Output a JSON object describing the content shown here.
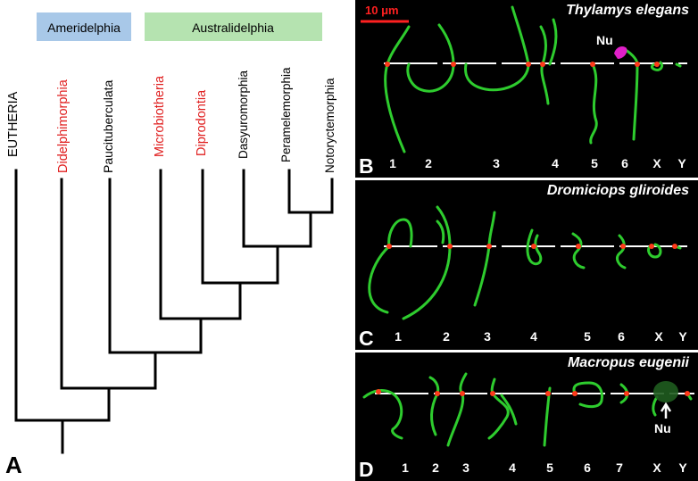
{
  "colors": {
    "ameridelphia_box": "#a8c8e8",
    "australidelphia_box": "#b5e3b0",
    "highlight_taxon": "#e02020",
    "normal_taxon": "#000000",
    "chromosome": "#2ecc2e",
    "centromere": "#ff3a1a",
    "nucleus": "#e020c8",
    "panel_background": "#000000"
  },
  "tree": {
    "panel_letter": "A",
    "groups": [
      {
        "id": "ameridelphia",
        "label": "Ameridelphia"
      },
      {
        "id": "australidelphia",
        "label": "Australidelphia"
      }
    ],
    "taxa": [
      {
        "id": "eutheria",
        "label": "EUTHERIA",
        "highlight": false
      },
      {
        "id": "didelphimorphia",
        "label": "Didelphimorphia",
        "highlight": true
      },
      {
        "id": "paucituberculata",
        "label": "Paucituberculata",
        "highlight": false
      },
      {
        "id": "microbiotheria",
        "label": "Microbiotheria",
        "highlight": true
      },
      {
        "id": "diprodontia",
        "label": "Diprodontia",
        "highlight": true
      },
      {
        "id": "dasyuromorphia",
        "label": "Dasyuromorphia",
        "highlight": false
      },
      {
        "id": "peramelemorphia",
        "label": "Peramelemorphia",
        "highlight": false
      },
      {
        "id": "notoryctemorphia",
        "label": "Notoryctemorphia",
        "highlight": false
      }
    ]
  },
  "panels": [
    {
      "letter": "B",
      "species": "Thylamys elegans",
      "scale_bar": "10 μm",
      "nucleus_label": "Nu",
      "chromosome_labels": [
        "1",
        "2",
        "3",
        "4",
        "5",
        "6",
        "X",
        "Y"
      ]
    },
    {
      "letter": "C",
      "species": "Dromiciops gliroides",
      "chromosome_labels": [
        "1",
        "2",
        "3",
        "4",
        "5",
        "6",
        "X",
        "Y"
      ]
    },
    {
      "letter": "D",
      "species": "Macropus eugenii",
      "nucleus_label": "Nu",
      "chromosome_labels": [
        "1",
        "2",
        "3",
        "4",
        "5",
        "6",
        "7",
        "X",
        "Y"
      ]
    }
  ]
}
